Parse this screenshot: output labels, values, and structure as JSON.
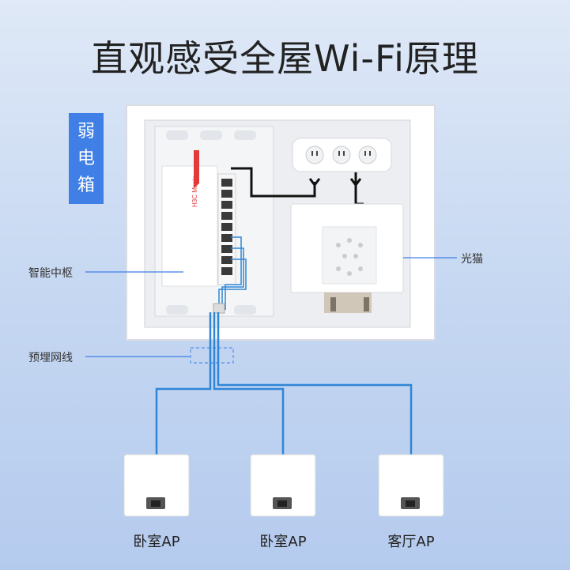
{
  "title": "直观感受全屋Wi-Fi原理",
  "badge": {
    "chars": [
      "弱",
      "电",
      "箱"
    ]
  },
  "labels": {
    "hub": "智能中枢",
    "modem": "光猫",
    "cable": "预埋网线"
  },
  "brand": "H3C Magic",
  "aps": [
    {
      "label": "卧室AP"
    },
    {
      "label": "卧室AP"
    },
    {
      "label": "客厅AP"
    }
  ],
  "colors": {
    "accent": "#3f7fe6",
    "wire_blue": "#2f86d6",
    "brand_red": "#e23b3b"
  }
}
